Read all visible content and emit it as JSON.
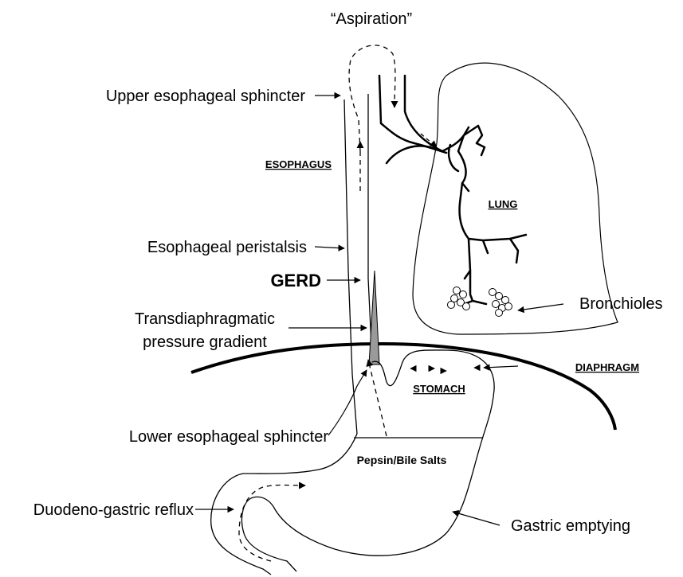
{
  "diagram": {
    "title_quote": "“Aspiration”",
    "labels": {
      "upper_sphincter": "Upper esophageal sphincter",
      "esophagus": "ESOPHAGUS",
      "esophageal_peristalsis": "Esophageal peristalsis",
      "gerd": "GERD",
      "transdiaphragmatic_1": "Transdiaphragmatic",
      "transdiaphragmatic_2": "pressure gradient",
      "lower_sphincter": "Lower esophageal sphincter",
      "duodeno_reflux": "Duodeno-gastric reflux",
      "lung": "LUNG",
      "bronchioles": "Bronchioles",
      "diaphragm": "DIAPHRAGM",
      "stomach": "STOMACH",
      "pepsin": "Pepsin/Bile Salts",
      "gastric_emptying": "Gastric emptying"
    }
  }
}
